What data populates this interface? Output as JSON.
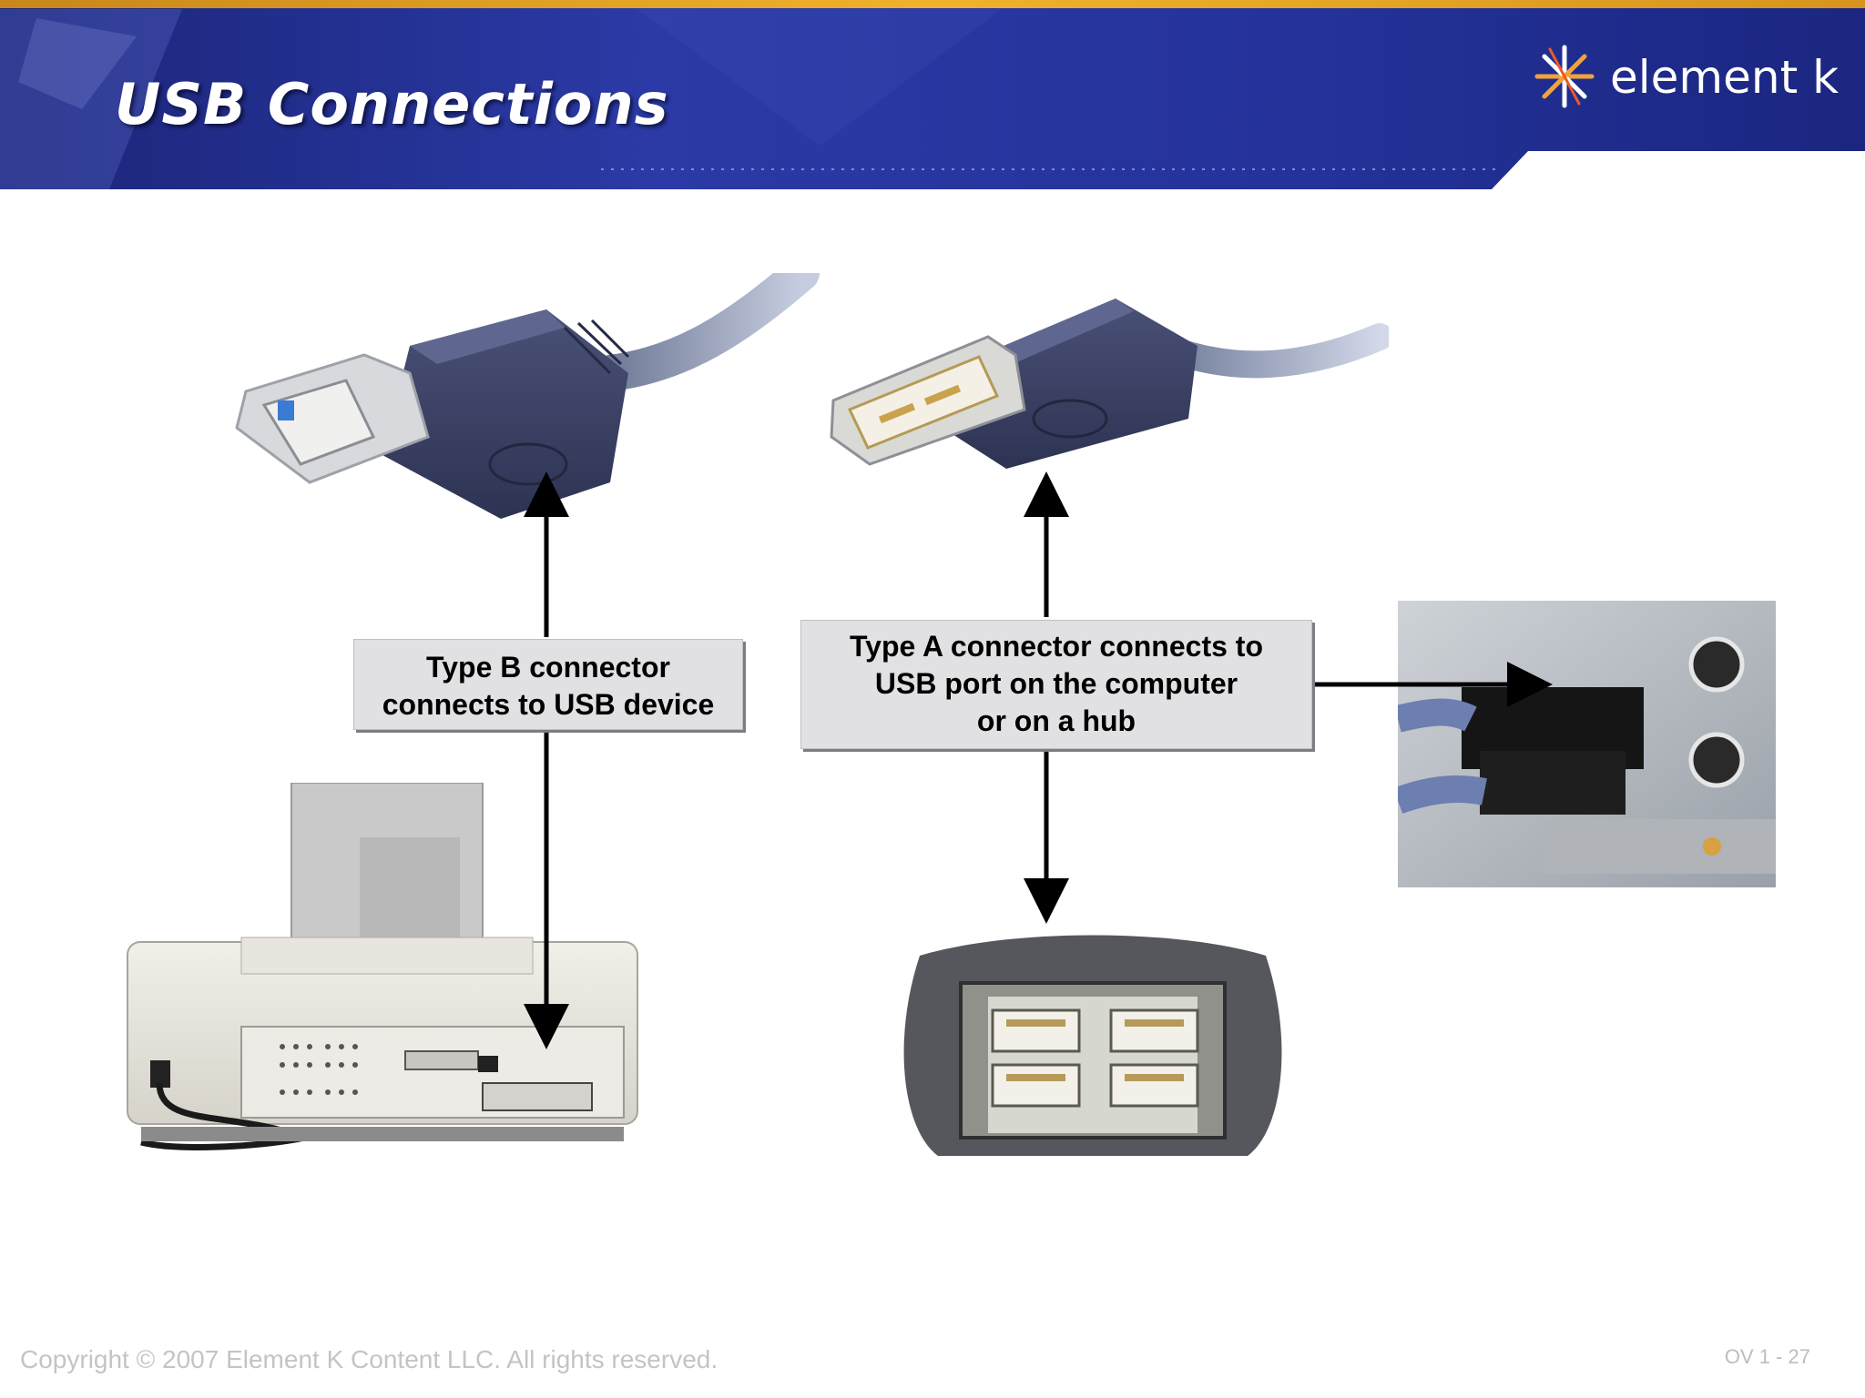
{
  "slide": {
    "title": "USB Connections",
    "brand": "element k"
  },
  "colors": {
    "header_blue": "#1f2b8a",
    "header_highlight": "#4a5ac0",
    "accent_orange": "#e8a020",
    "callout_bg": "#e1e1e3"
  },
  "callouts": {
    "type_b": [
      "Type B connector",
      "connects to USB device"
    ],
    "type_a": [
      "Type A connector connects  to",
      "USB port on the computer",
      "or on a hub"
    ]
  },
  "icons": [
    "elementk-star-logo",
    "usb-type-b-plug",
    "usb-type-a-plug",
    "printer",
    "usb-hub",
    "computer-usb-port"
  ],
  "footer": {
    "copyright": "Copyright © 2007 Element K Content LLC. All rights reserved.",
    "page": "OV 1 - 27"
  }
}
